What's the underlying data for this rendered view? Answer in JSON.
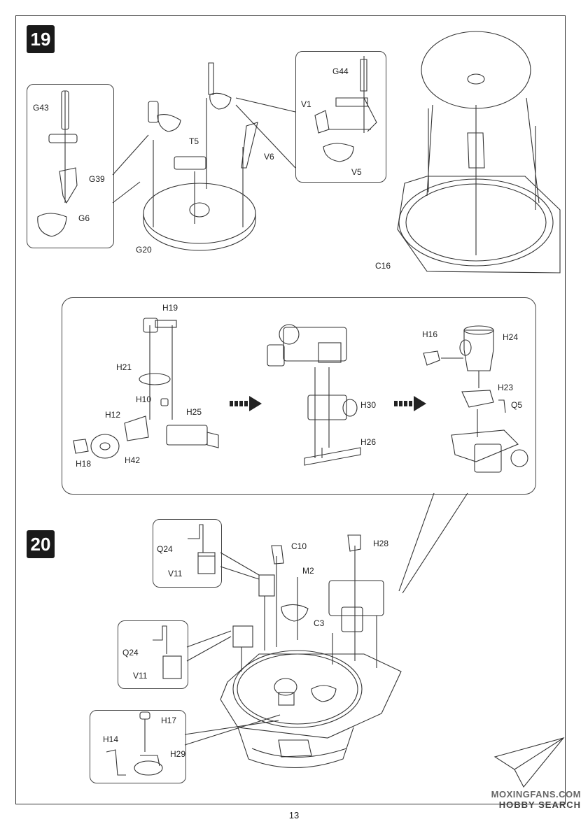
{
  "steps": [
    {
      "number": "19"
    },
    {
      "number": "20"
    }
  ],
  "step19": {
    "labels": {
      "g43": "G43",
      "g39": "G39",
      "g6": "G6",
      "t5": "T5",
      "v6": "V6",
      "g20": "G20",
      "g44": "G44",
      "v1": "V1",
      "v5": "V5",
      "c16": "C16"
    }
  },
  "subassembly": {
    "labels": {
      "h19": "H19",
      "h21": "H21",
      "h10": "H10",
      "h12": "H12",
      "h25": "H25",
      "h18": "H18",
      "h42": "H42",
      "h30": "H30",
      "h26": "H26",
      "h16": "H16",
      "h24": "H24",
      "h23": "H23",
      "q5": "Q5"
    }
  },
  "step20": {
    "labels": {
      "q24_a": "Q24",
      "v11_a": "V11",
      "c10": "C10",
      "h28": "H28",
      "m2": "M2",
      "c3": "C3",
      "q24_b": "Q24",
      "v11_b": "V11",
      "h17": "H17",
      "h14": "H14",
      "h29": "H29"
    }
  },
  "page_number": "13",
  "watermark": {
    "site": "MOXINGFANS.COM",
    "brand": "HOBBY SEARCH"
  }
}
